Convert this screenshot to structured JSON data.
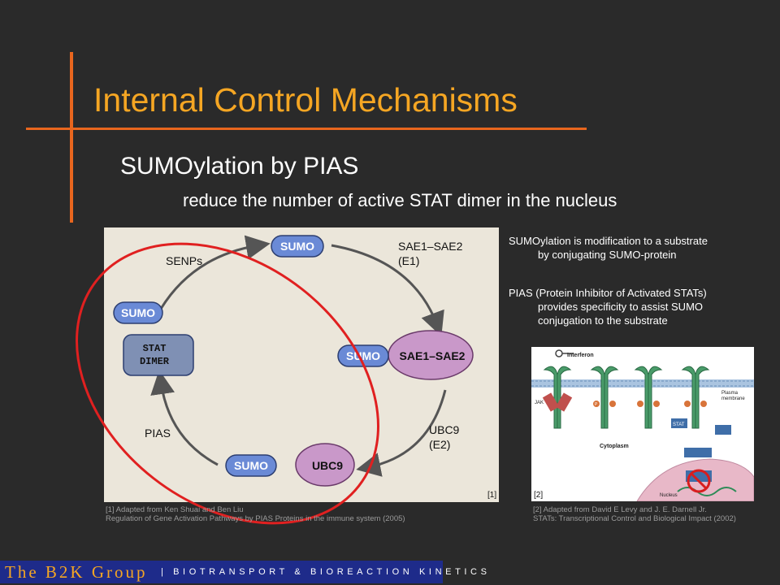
{
  "slide": {
    "title": "Internal Control Mechanisms",
    "subtitle": "SUMOylation by PIAS",
    "subsubtitle": "reduce the number of active STAT dimer in the nucleus",
    "colors": {
      "accent": "#f5a623",
      "line": "#e8661e",
      "ellipse": "#e02020",
      "footer": "#1e2b8a"
    }
  },
  "figure1": {
    "nodes": {
      "sumo_top": "SUMO",
      "sumo_left": "SUMO",
      "stat_line1": "STAT",
      "stat_line2": "DIMER",
      "sumo_right": "SUMO",
      "sae": "SAE1–SAE2",
      "sumo_bottom": "SUMO",
      "ubc9": "UBC9"
    },
    "labels": {
      "senps": "SENPs",
      "sae_e1_line1": "SAE1–SAE2",
      "sae_e1_line2": "(E1)",
      "ubc9_e2_line1": "UBC9",
      "ubc9_e2_line2": "(E2)",
      "pias": "PIAS"
    },
    "ref_tag": "[1]",
    "caption_line1": "[1] Adapted from Ken Shuai and Ben Liu",
    "caption_line2": "Regulation of Gene Activation Pathways by PIAS Proteins in the immune system (2005)"
  },
  "notes": {
    "note1_line1": "SUMOylation is modification to a substrate",
    "note1_line2": "by conjugating SUMO-protein",
    "note2_line1": "PIAS (Protein Inhibitor of Activated STATs)",
    "note2_line2": "provides specificity to assist SUMO",
    "note2_line3": "conjugation to the substrate"
  },
  "figure2": {
    "labels": {
      "interferon": "Interferon",
      "plasma1": "Plasma",
      "plasma2": "membrane",
      "jak": "JAK",
      "cytoplasm": "Cytoplasm",
      "nucleus": "Nucleus",
      "stat": "STAT",
      "p": "P"
    },
    "ref_tag": "[2]",
    "caption_line1": "[2] Adapted from David E Levy and J. E. Darnell Jr.",
    "caption_line2": "STATs: Transcriptional Control and Biological Impact (2002)"
  },
  "footer": {
    "group": "The B2K Group",
    "subtitle": "| BIOTRANSPORT & BIOREACTION KINETICS"
  }
}
